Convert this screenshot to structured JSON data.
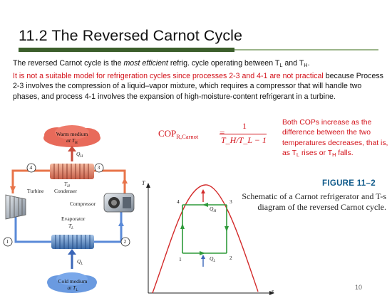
{
  "slide": {
    "title": "11.2 The Reversed Carnot Cycle",
    "intro_pre": "The reversed Carnot cycle is the ",
    "intro_em": "most efficient",
    "intro_post": " refrig. cycle operating between T",
    "intro_sub_l": "L",
    "intro_and": " and T",
    "intro_sub_h": "H",
    "intro_end": ".",
    "red_sentence": "It is not a suitable model for refrigeration cycles since processes 2-3 and 4-1 are not practical",
    "body_rest": " because Process 2-3 involves the compression of a liquid–vapor mixture, which requires a compressor that will handle two phases, and process 4-1 involves the expansion of high-moisture-content refrigerant in a turbine.",
    "page_number": "10"
  },
  "formula": {
    "lhs": "COP",
    "lhs_sub": "R,Carnot",
    "equals": "=",
    "numerator": "1",
    "denominator": "T_H/T_L − 1"
  },
  "note": {
    "line": "Both COPs increase as the difference between the two temperatures decreases, that is, as T",
    "sub_l": "L",
    "mid": " rises or T",
    "sub_h": "H",
    "end": " falls."
  },
  "figure": {
    "number": "FIGURE 11–2",
    "caption": "Schematic of a Carnot refrigerator and T-s diagram of the reversed Carnot cycle."
  },
  "schematic": {
    "warm_medium": "Warm medium",
    "at_th": "at T",
    "th_sub": "H",
    "qh": "Q",
    "qh_sub": "H",
    "condenser_t": "T",
    "condenser_t_sub": "H",
    "condenser": "Condenser",
    "turbine": "Turbine",
    "compressor": "Compressor",
    "evaporator": "Evaporator",
    "evap_t": "T",
    "evap_t_sub": "L",
    "ql": "Q",
    "ql_sub": "L",
    "cold_medium": "Cold medium",
    "at_tl": "at T",
    "tl_sub": "L",
    "states": [
      "1",
      "2",
      "3",
      "4"
    ]
  },
  "ts_diagram": {
    "y_axis": "T",
    "x_axis": "s",
    "qh": "Q",
    "qh_sub": "H",
    "ql": "Q",
    "ql_sub": "L",
    "states": [
      "1",
      "2",
      "3",
      "4"
    ]
  },
  "colors": {
    "title_bar": "#3b5e2b",
    "accent_red": "#d3121a",
    "figure_blue": "#0f5a8a",
    "dome": "#d32a2a",
    "cycle_green": "#2e9a3a"
  }
}
